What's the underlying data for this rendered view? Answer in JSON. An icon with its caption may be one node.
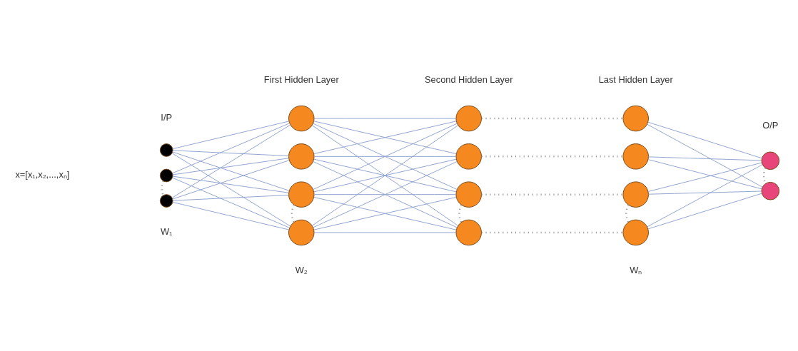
{
  "diagram": {
    "nodes": [
      {
        "text": [],
        "shape": "circle"
      },
      {
        "text": [],
        "shape": "circle"
      },
      {
        "text": [],
        "shape": "circle"
      },
      {
        "text": [],
        "shape": "circle"
      },
      {
        "text": [],
        "shape": "circle"
      },
      {
        "text": [],
        "shape": "circle"
      },
      {
        "text": [],
        "shape": "circle"
      },
      {
        "text": [],
        "shape": "circle"
      },
      {
        "text": [],
        "shape": "circle"
      },
      {
        "text": [],
        "shape": "circle"
      },
      {
        "text": [],
        "shape": "circle"
      },
      {
        "text": [],
        "shape": "circle"
      },
      {
        "text": [],
        "shape": "circle"
      },
      {
        "text": [],
        "shape": "circle"
      },
      {
        "text": [],
        "shape": "circle"
      },
      {
        "text": [],
        "shape": "circle"
      },
      {
        "text": [],
        "shape": "circle"
      }
    ],
    "edges": [
      {
        "from": 0,
        "to": 3,
        "arrow": "none"
      },
      {
        "from": 0,
        "to": 4,
        "arrow": "none"
      },
      {
        "from": 0,
        "to": 5,
        "arrow": "none"
      },
      {
        "from": 0,
        "to": 6,
        "arrow": "none"
      },
      {
        "from": 1,
        "to": 3,
        "arrow": "none"
      },
      {
        "from": 1,
        "to": 4,
        "arrow": "none"
      },
      {
        "from": 1,
        "to": 5,
        "arrow": "none"
      },
      {
        "from": 1,
        "to": 6,
        "arrow": "none"
      },
      {
        "from": 2,
        "to": 3,
        "arrow": "none"
      },
      {
        "from": 2,
        "to": 4,
        "arrow": "none"
      },
      {
        "from": 2,
        "to": 5,
        "arrow": "none"
      },
      {
        "from": 2,
        "to": 6,
        "arrow": "none"
      },
      {
        "from": 3,
        "to": 7,
        "arrow": "none"
      },
      {
        "from": 3,
        "to": 8,
        "arrow": "none"
      },
      {
        "from": 3,
        "to": 9,
        "arrow": "none"
      },
      {
        "from": 3,
        "to": 10,
        "arrow": "none"
      },
      {
        "from": 4,
        "to": 7,
        "arrow": "none"
      },
      {
        "from": 4,
        "to": 8,
        "arrow": "none"
      },
      {
        "from": 4,
        "to": 9,
        "arrow": "none"
      },
      {
        "from": 4,
        "to": 10,
        "arrow": "none"
      },
      {
        "from": 5,
        "to": 7,
        "arrow": "none"
      },
      {
        "from": 5,
        "to": 8,
        "arrow": "none"
      },
      {
        "from": 5,
        "to": 9,
        "arrow": "none"
      },
      {
        "from": 5,
        "to": 10,
        "arrow": "none"
      },
      {
        "from": 6,
        "to": 7,
        "arrow": "none"
      },
      {
        "from": 6,
        "to": 8,
        "arrow": "none"
      },
      {
        "from": 6,
        "to": 9,
        "arrow": "none"
      },
      {
        "from": 6,
        "to": 10,
        "arrow": "none"
      },
      {
        "from": 7,
        "to": 11,
        "arrow": "none",
        "style": "dashed",
        "color": "#8c8c8c"
      },
      {
        "from": 8,
        "to": 12,
        "arrow": "none",
        "style": "dashed",
        "color": "#8c8c8c"
      },
      {
        "from": 9,
        "to": 13,
        "arrow": "none",
        "style": "dashed",
        "color": "#8c8c8c"
      },
      {
        "from": 10,
        "to": 14,
        "arrow": "none",
        "style": "dashed",
        "color": "#8c8c8c"
      },
      {
        "from": 11,
        "to": 15,
        "arrow": "none"
      },
      {
        "from": 11,
        "to": 16,
        "arrow": "none"
      },
      {
        "from": 12,
        "to": 15,
        "arrow": "none"
      },
      {
        "from": 12,
        "to": 16,
        "arrow": "none"
      },
      {
        "from": 13,
        "to": 15,
        "arrow": "none"
      },
      {
        "from": 13,
        "to": 16,
        "arrow": "none"
      },
      {
        "from": 14,
        "to": 15,
        "arrow": "none"
      },
      {
        "from": 14,
        "to": 16,
        "arrow": "none"
      },
      {
        "from": 1,
        "to": 2,
        "arrow": "none",
        "style": "dashed",
        "color": "#8c8c8c"
      },
      {
        "from": 5,
        "to": 6,
        "arrow": "none",
        "style": "dashed",
        "color": "#8c8c8c"
      },
      {
        "from": 9,
        "to": 10,
        "arrow": "none",
        "style": "dashed",
        "color": "#8c8c8c"
      },
      {
        "from": 13,
        "to": 14,
        "arrow": "none",
        "style": "dashed",
        "color": "#8c8c8c"
      },
      {
        "from": 15,
        "to": 16,
        "arrow": "none",
        "style": "dashed",
        "color": "#8c8c8c"
      }
    ],
    "labels": [
      "First Hidden Layer",
      "Second Hidden Layer",
      "Last Hidden Layer",
      "I/P",
      "O/P",
      "x=[x₁,x₂,...,xₙ]",
      "W₁",
      "Wₙ",
      "W₂"
    ]
  }
}
